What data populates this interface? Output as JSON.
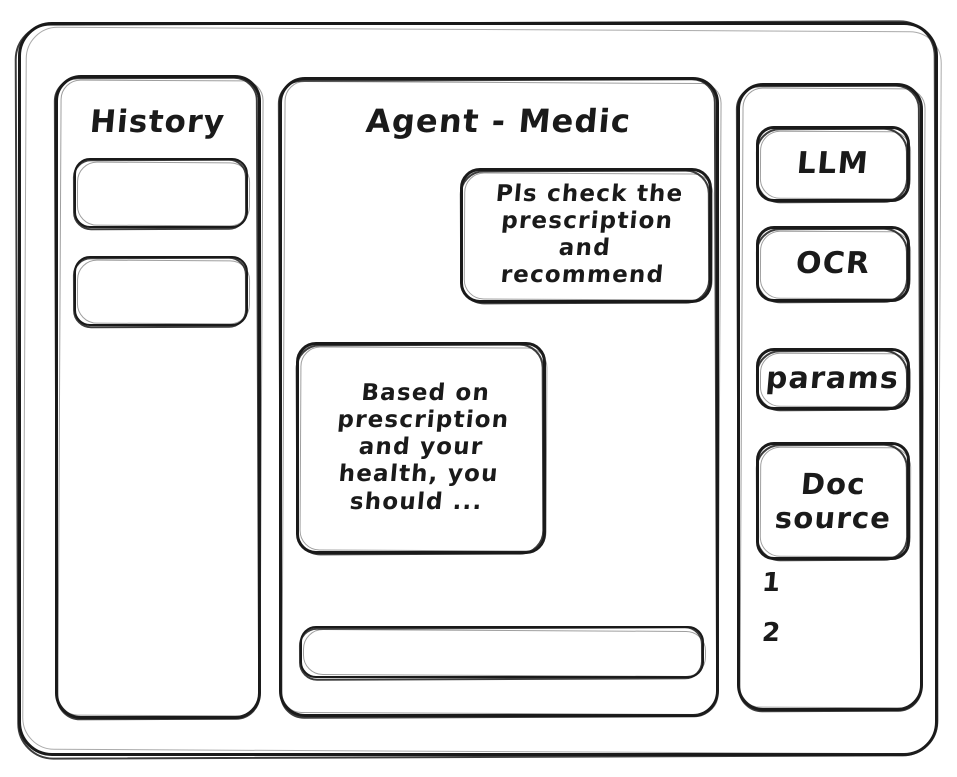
{
  "meta": {
    "style": "hand-drawn wireframe sketch",
    "stroke_color": "#1a1a1a",
    "background_color": "#ffffff"
  },
  "sidebar_left": {
    "title": "History",
    "items": [
      {
        "label": ""
      },
      {
        "label": ""
      }
    ]
  },
  "main": {
    "title": "Agent - Medic",
    "messages": [
      {
        "role": "user",
        "align": "right",
        "text": "Pls check the prescription and recommend"
      },
      {
        "role": "assistant",
        "align": "left",
        "text": "Based on prescription and your health, you should ..."
      }
    ],
    "composer": {
      "value": "",
      "placeholder": ""
    }
  },
  "sidebar_right": {
    "tools": [
      {
        "label": "LLM"
      },
      {
        "label": "OCR"
      }
    ],
    "params_button": "params",
    "doc_source": {
      "line1": "Doc",
      "line2": "source"
    },
    "source_list": [
      "1",
      "2"
    ]
  }
}
